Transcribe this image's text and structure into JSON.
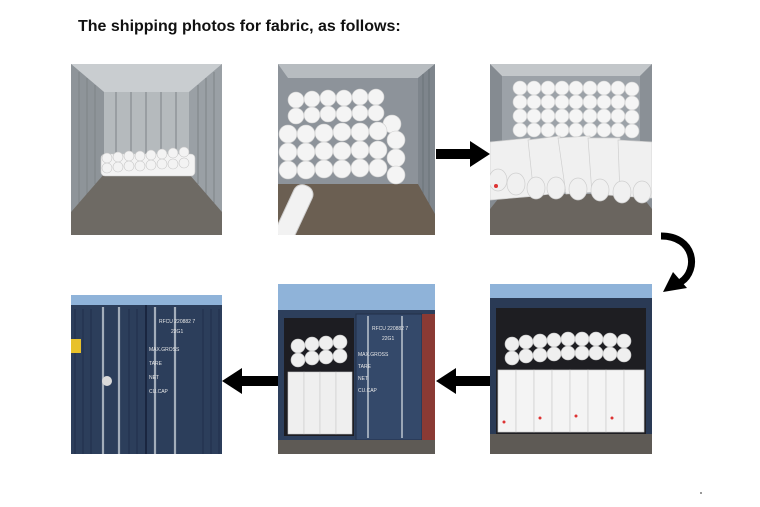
{
  "heading": {
    "text": "The shipping photos for fabric, as follows:"
  },
  "photos": [
    {
      "subject": "empty-container-partial-load"
    },
    {
      "subject": "container-half-loaded-rolls"
    },
    {
      "subject": "container-full-rolls-closeup"
    },
    {
      "subject": "container-fully-loaded-open-doors"
    },
    {
      "subject": "container-doors-half-closed"
    },
    {
      "subject": "container-doors-closed"
    }
  ],
  "container_marking": {
    "number": "RFCU 220882 7",
    "type_code": "22G1"
  },
  "arrows": [
    {
      "direction": "right"
    },
    {
      "direction": "curve-down"
    },
    {
      "direction": "left"
    },
    {
      "direction": "left"
    }
  ],
  "colors": {
    "container_blue": "#2d3f5c",
    "fabric_white": "#f2f2f2",
    "interior_grey": "#9aa0a6",
    "arrow": "#000000",
    "sky": "#8fb3d9"
  }
}
